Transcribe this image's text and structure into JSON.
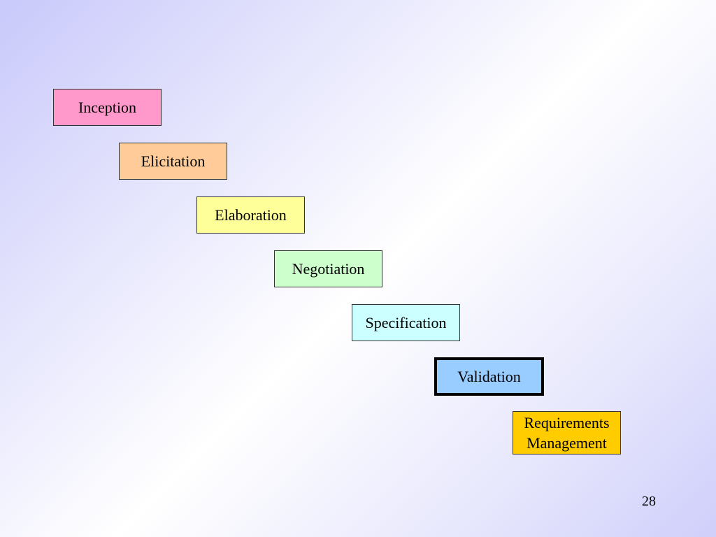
{
  "steps": [
    {
      "label": "Inception",
      "color": "#ff99cc"
    },
    {
      "label": "Elicitation",
      "color": "#ffcc99"
    },
    {
      "label": "Elaboration",
      "color": "#ffff99"
    },
    {
      "label": "Negotiation",
      "color": "#ccffcc"
    },
    {
      "label": "Specification",
      "color": "#ccffff"
    },
    {
      "label": "Validation",
      "color": "#99ccff",
      "highlighted": true
    },
    {
      "label": "Requirements\nManagement",
      "color": "#ffcc00"
    }
  ],
  "page_number": "28"
}
